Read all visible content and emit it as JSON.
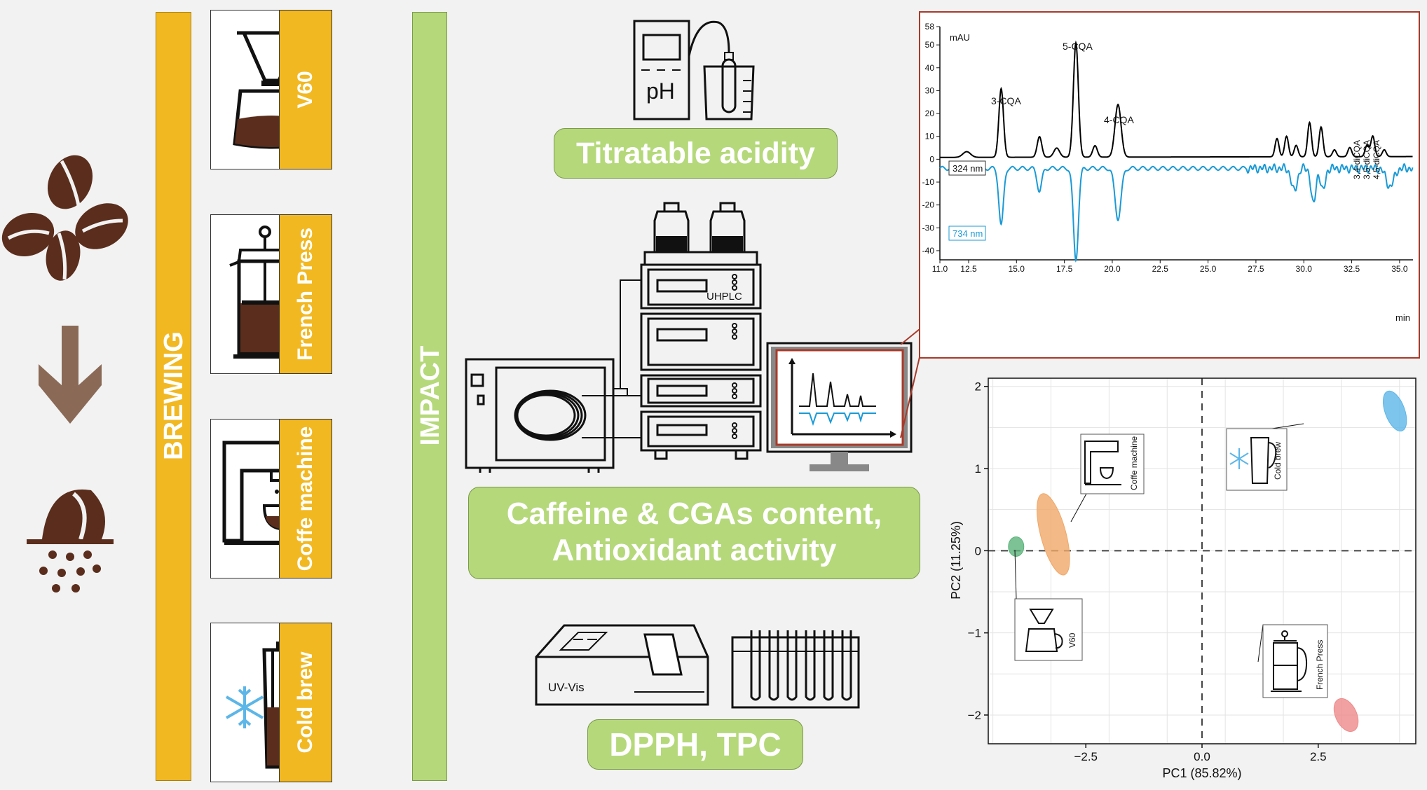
{
  "sidebar": {
    "brewing_label": "BREWING",
    "impact_label": "IMPACT"
  },
  "methods": [
    {
      "label": "V60"
    },
    {
      "label": "French Press"
    },
    {
      "label": "Coffe machine"
    },
    {
      "label": "Cold brew"
    }
  ],
  "analyses": {
    "titratable": "Titratable acidity",
    "caffeine_line1": "Caffeine & CGAs content,",
    "caffeine_line2": "Antioxidant activity",
    "dpph": "DPPH, TPC",
    "ph_label": "pH",
    "uhplc_label": "UHPLC",
    "uvvis_label": "UV-Vis"
  },
  "chromatogram": {
    "y_unit": "mAU",
    "x_unit": "min",
    "y_ticks": [
      "58",
      "50",
      "40",
      "30",
      "20",
      "10",
      "0",
      "-10",
      "-20",
      "-30",
      "-40"
    ],
    "x_ticks": [
      "11.0",
      "12.5",
      "15.0",
      "17.5",
      "20.0",
      "22.5",
      "25.0",
      "27.5",
      "30.0",
      "32.5",
      "35.0"
    ],
    "trace_324": "324 nm",
    "trace_734": "734 nm",
    "peaks": {
      "p3cqa": "3-CQA",
      "p5cqa": "5-CQA",
      "p4cqa": "4-CQA",
      "p34": "3,4-diCQA",
      "p35": "3,5-diCQA",
      "p45": "4,5-diCQA"
    },
    "color_324": "#000000",
    "color_734": "#1a9ad6"
  },
  "chart_data": {
    "type": "scatter",
    "xlabel": "PC1 (85.82%)",
    "ylabel": "PC2 (11.25%)",
    "x_ticks": [
      "−2.5",
      "0.0",
      "2.5"
    ],
    "y_ticks": [
      "2",
      "1",
      "0",
      "−1",
      "−2"
    ],
    "xlim": [
      -4.6,
      4.6
    ],
    "ylim": [
      -2.35,
      2.1
    ],
    "grid": true,
    "series": [
      {
        "name": "V60",
        "x": -4.0,
        "y": 0.05,
        "color": "#5bb37a"
      },
      {
        "name": "Coffe machine",
        "x": -3.2,
        "y": 0.2,
        "color": "#f0a868"
      },
      {
        "name": "Cold brew",
        "x": 4.15,
        "y": 1.7,
        "color": "#5cb6e8"
      },
      {
        "name": "French Press",
        "x": 3.1,
        "y": -2.0,
        "color": "#ee8a8a"
      }
    ]
  },
  "colors": {
    "brewing_bar": "#f2b822",
    "impact_bar": "#b5d87a",
    "coffee_brown": "#5a2d1c",
    "arrow_brown": "#8a6a56",
    "frame_red": "#a83a2a"
  }
}
